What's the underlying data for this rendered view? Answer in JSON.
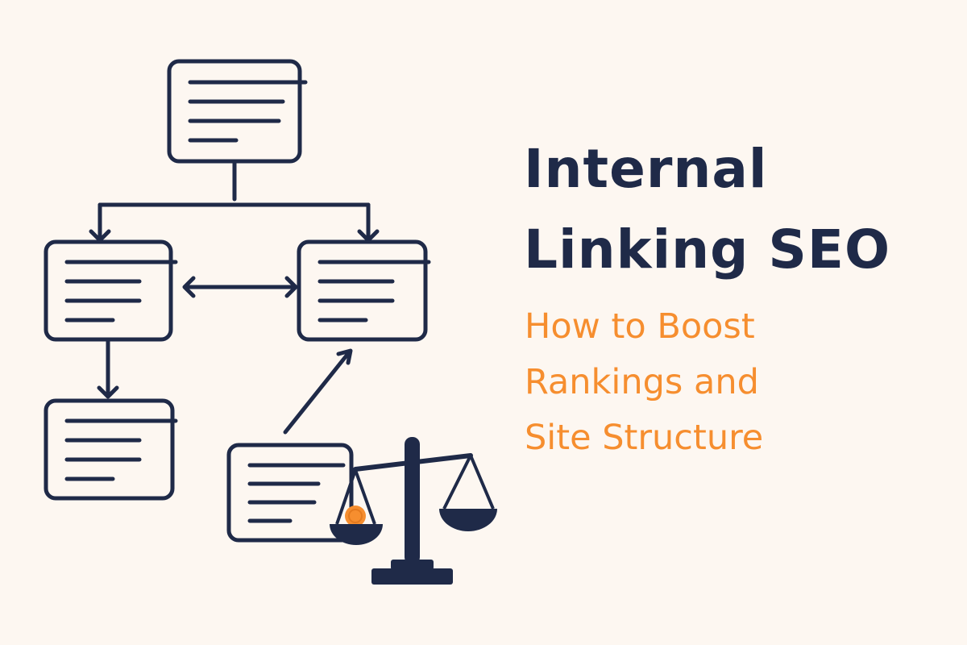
{
  "colors": {
    "background": "#FDF7F1",
    "ink": "#1F2A48",
    "accent": "#F68E2F"
  },
  "title": {
    "line1": "Internal",
    "line2": "Linking SEO"
  },
  "subtitle": {
    "line1": "How to Boost",
    "line2": "Rankings and",
    "line3": "Site Structure"
  },
  "diagram": {
    "nodes": [
      {
        "id": "home-page",
        "level": "root"
      },
      {
        "id": "category-page-left",
        "level": "child"
      },
      {
        "id": "category-page-right",
        "level": "child"
      },
      {
        "id": "subpage-left",
        "level": "grandchild"
      },
      {
        "id": "orphan-page",
        "level": "separate"
      }
    ],
    "links": [
      {
        "from": "home-page",
        "to": "category-page-left",
        "kind": "one-way"
      },
      {
        "from": "home-page",
        "to": "category-page-right",
        "kind": "one-way"
      },
      {
        "from": "category-page-left",
        "to": "category-page-right",
        "kind": "two-way"
      },
      {
        "from": "category-page-left",
        "to": "subpage-left",
        "kind": "one-way"
      },
      {
        "from": "orphan-page",
        "to": "category-page-right",
        "kind": "one-way"
      }
    ],
    "icons": [
      "document-icon",
      "balance-scale-icon",
      "coin-icon"
    ]
  }
}
